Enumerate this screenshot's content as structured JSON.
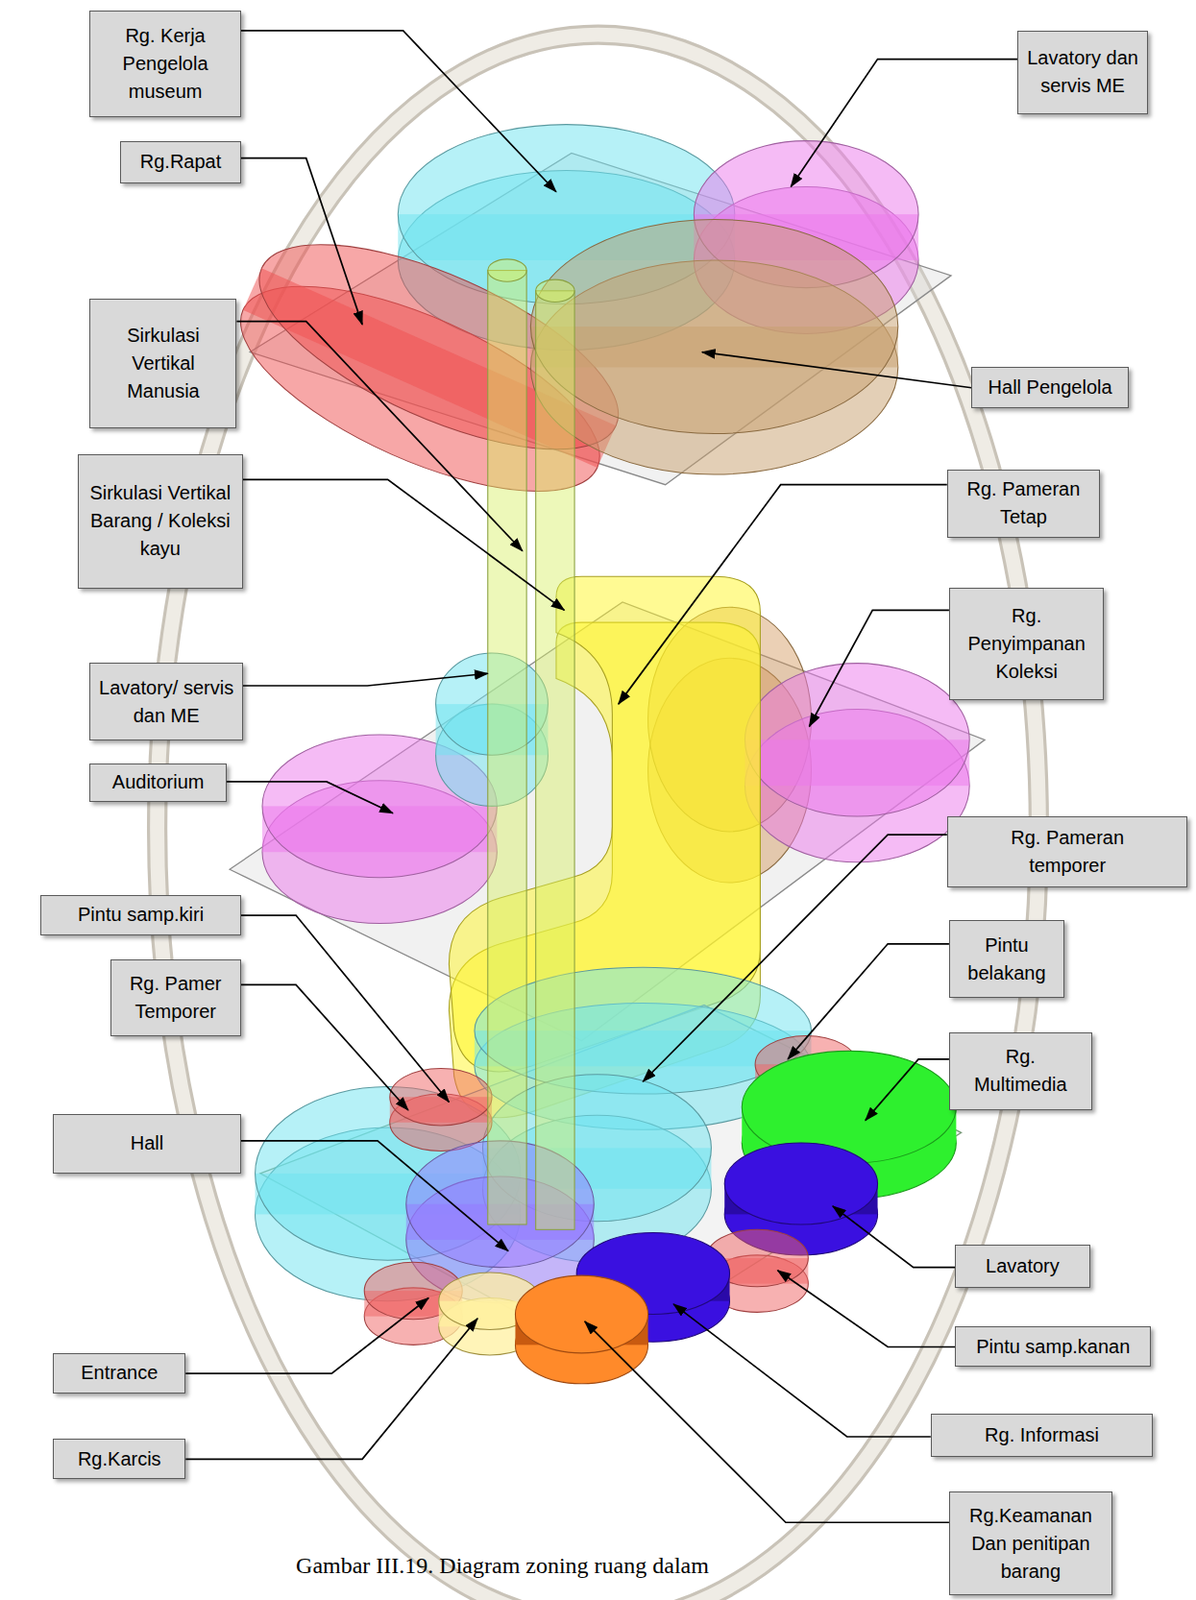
{
  "diagram": {
    "caption": "Gambar III.19. Diagram zoning ruang dalam",
    "nodes": [
      {
        "text": [
          "Rg. Kerja Pengelola museum"
        ]
      },
      {
        "text": [
          "Lavatory dan servis ME"
        ]
      },
      {
        "text": [
          "Rg.Rapat"
        ]
      },
      {
        "text": [
          "Sirkulasi Vertikal Manusia"
        ]
      },
      {
        "text": [
          "Hall Pengelola"
        ]
      },
      {
        "text": [
          "Sirkulasi Vertikal Barang / Koleksi kayu"
        ]
      },
      {
        "text": [
          "Rg. Pameran Tetap"
        ]
      },
      {
        "text": [
          "Rg. Penyimpanan Koleksi"
        ]
      },
      {
        "text": [
          "Lavatory/ servis dan ME"
        ]
      },
      {
        "text": [
          "Auditorium"
        ]
      },
      {
        "text": [
          "Rg. Pameran temporer"
        ]
      },
      {
        "text": [
          "Pintu samp.kiri"
        ]
      },
      {
        "text": [
          "Pintu belakang"
        ]
      },
      {
        "text": [
          "Rg. Pamer Temporer"
        ]
      },
      {
        "text": [
          "Rg. Multimedia"
        ]
      },
      {
        "text": [
          "Hall"
        ]
      },
      {
        "text": [
          "Lavatory"
        ]
      },
      {
        "text": [
          "Pintu samp.kanan"
        ]
      },
      {
        "text": [
          "Entrance"
        ]
      },
      {
        "text": [
          "Rg. Informasi"
        ]
      },
      {
        "text": [
          "Rg.Karcis"
        ]
      },
      {
        "text": [
          "Rg.Keamanan Dan penitipan barang"
        ]
      }
    ]
  }
}
